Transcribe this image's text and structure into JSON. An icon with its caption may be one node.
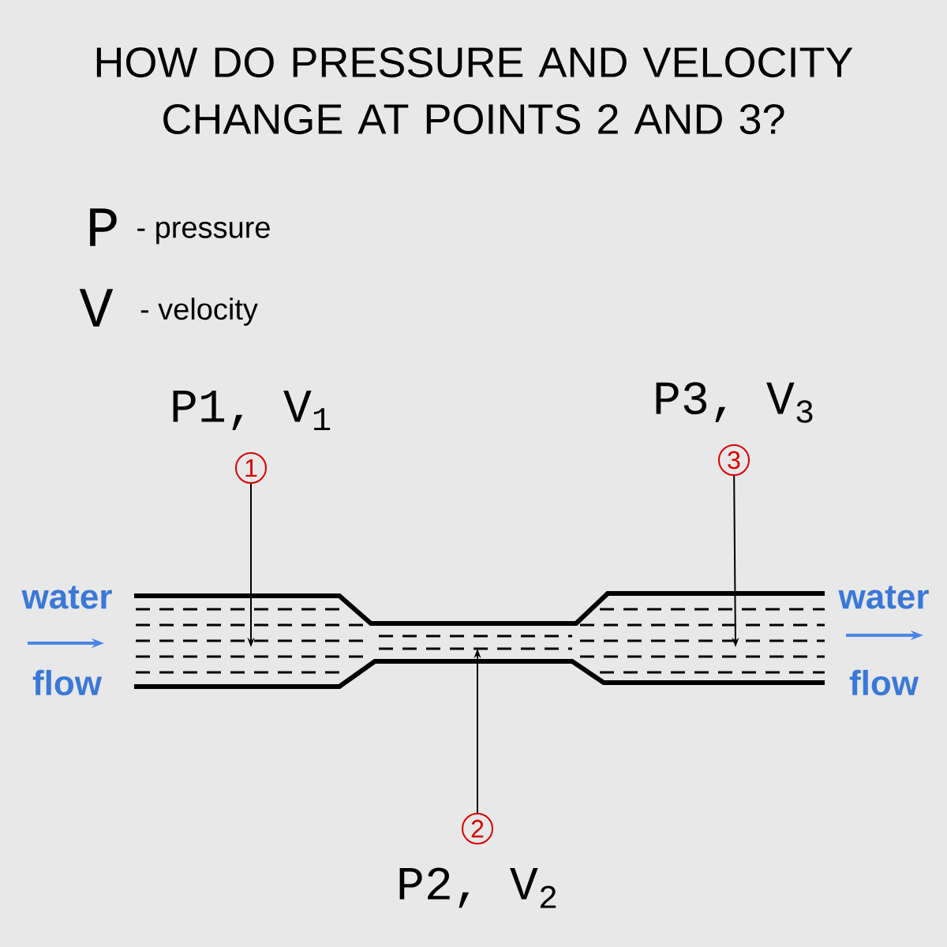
{
  "diagram": {
    "title": "HOW DO PRESSURE AND VELOCITY CHANGE AT POINTS 2 AND 3?",
    "nodes": [
      {
        "text": [
          "1"
        ],
        "beside": [
          "P1, V$_{1}$"
        ]
      },
      {
        "text": [
          "2"
        ],
        "beside": [
          "P2, V$_{2}$"
        ]
      },
      {
        "text": [
          "3"
        ],
        "beside": [
          "P3, V$_{3}$"
        ]
      }
    ],
    "edges": [
      {
        "from": 0,
        "to": null,
        "arrow": "to"
      },
      {
        "from": 1,
        "to": null,
        "arrow": "to"
      },
      {
        "from": 2,
        "to": null,
        "arrow": "to"
      }
    ],
    "labels": [
      "P",
      "- pressure",
      "V",
      "- velocity",
      "water",
      "flow",
      "water",
      "flow"
    ]
  }
}
